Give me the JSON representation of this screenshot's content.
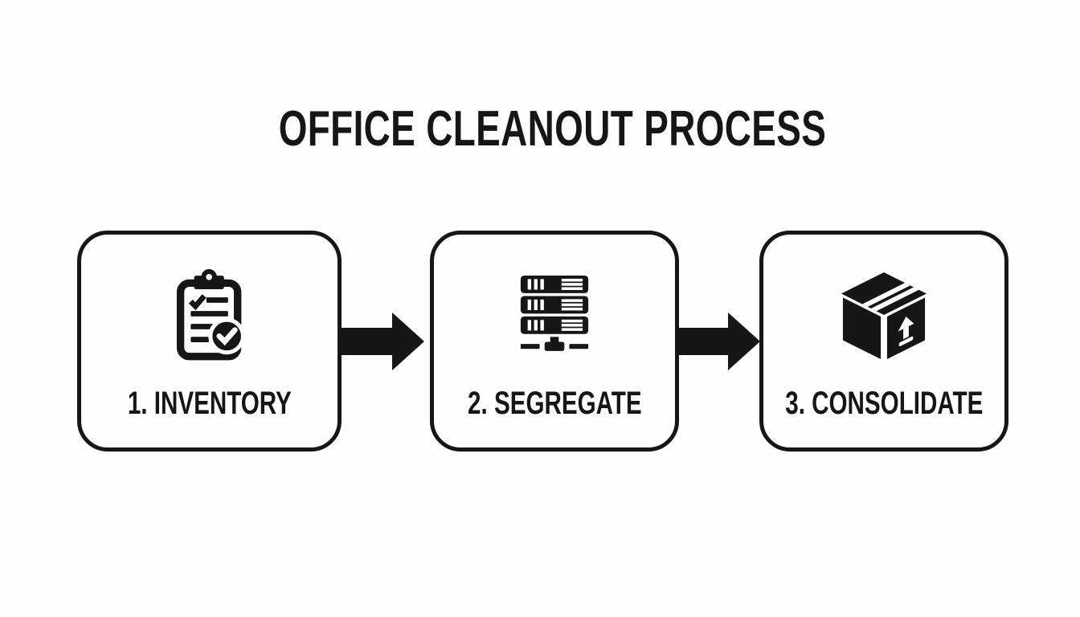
{
  "title": "OFFICE CLEANOUT PROCESS",
  "palette": {
    "ink": "#161616",
    "background": "#fefefe"
  },
  "steps": [
    {
      "label": "1. INVENTORY",
      "icon": "clipboard-checklist-icon"
    },
    {
      "label": "2. SEGREGATE",
      "icon": "server-rack-icon"
    },
    {
      "label": "3. CONSOLIDATE",
      "icon": "package-box-icon"
    }
  ],
  "connectors": [
    {
      "icon": "arrow-right-icon"
    },
    {
      "icon": "arrow-right-icon"
    }
  ]
}
